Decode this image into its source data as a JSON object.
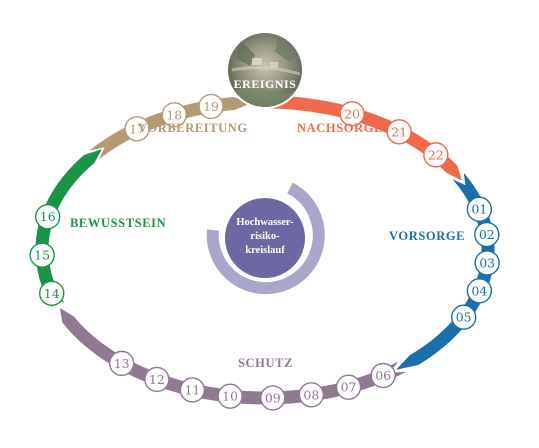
{
  "event": {
    "label": "EREIGNIS"
  },
  "center": {
    "lines": [
      "Hochwasser-",
      "risiko-",
      "kreislauf"
    ]
  },
  "colors": {
    "vorbereitung": "#b39a73",
    "nachsorge": "#ee6a4b",
    "vorsorge": "#1a6fac",
    "schutz": "#8f7a92",
    "bewusstsein": "#1b9446",
    "center_fill": "#6b68a4",
    "center_ring": "#a8a6cb"
  },
  "phases": [
    {
      "id": "nachsorge",
      "label": "NACHSORGE",
      "color": "#ee6a4b",
      "steps": [
        "20",
        "21",
        "22"
      ]
    },
    {
      "id": "vorsorge",
      "label": "VORSORGE",
      "color": "#1a6fac",
      "steps": [
        "01",
        "02",
        "03",
        "04",
        "05"
      ]
    },
    {
      "id": "schutz",
      "label": "SCHUTZ",
      "color": "#8f7a92",
      "steps": [
        "06",
        "07",
        "08",
        "09",
        "10",
        "11",
        "12",
        "13"
      ]
    },
    {
      "id": "bewusstsein",
      "label": "BEWUSSTSEIN",
      "color": "#1b9446",
      "steps": [
        "14",
        "15",
        "16"
      ]
    },
    {
      "id": "vorbereitung",
      "label": "VORBEREITUNG",
      "color": "#b39a73",
      "steps": [
        "17",
        "18",
        "19"
      ]
    }
  ]
}
